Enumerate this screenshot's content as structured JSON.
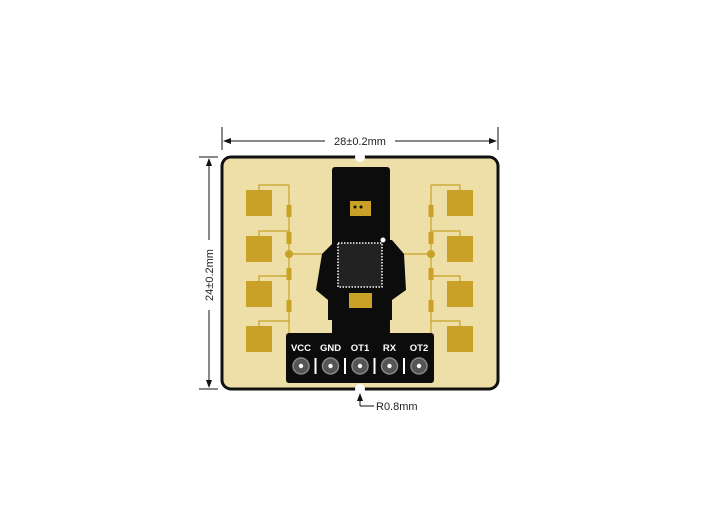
{
  "dimensions": {
    "width": "28±0.2mm",
    "height": "24±0.2mm",
    "notch_radius": "R0.8mm"
  },
  "pins": [
    "VCC",
    "GND",
    "OT1",
    "RX",
    "OT2"
  ],
  "colors": {
    "board": "#eedfa8",
    "pad": "#c9a126",
    "mask": "#0c0c0c",
    "outline": "#111111"
  }
}
